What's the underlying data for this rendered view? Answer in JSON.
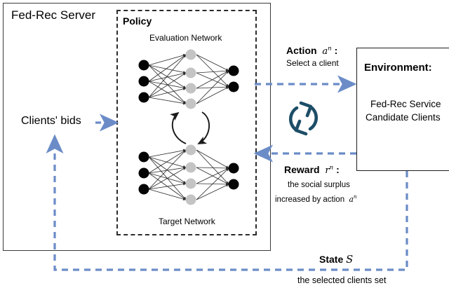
{
  "diagram": {
    "title": "Fed-Rec Server reinforcement learning loop",
    "server": {
      "label": "Fed-Rec Server"
    },
    "policy": {
      "label": "Policy",
      "evaluation_network_label": "Evaluation Network",
      "target_network_label": "Target Network",
      "network_layers": {
        "input_nodes": 3,
        "hidden_nodes": 4,
        "output_nodes": 2,
        "input_color": "#050505",
        "hidden_color": "#c4c4c4",
        "output_color": "#050505"
      }
    },
    "environment": {
      "title": "Environment:",
      "line1": "Fed-Rec Service",
      "line2": "Candidate Clients"
    },
    "flows": {
      "clients_bids": "Clients' bids",
      "action_label": "Action",
      "action_symbol": "a",
      "action_superscript": "n",
      "action_colon": ":",
      "action_sub": "Select a client",
      "reward_label": "Reward",
      "reward_symbol": "r",
      "reward_superscript": "n",
      "reward_colon": ":",
      "reward_sub1": "the social surplus",
      "reward_sub2_prefix": "increased by action",
      "reward_sub2_symbol": "a",
      "reward_sub2_superscript": "n",
      "state_label": "State",
      "state_symbol": "S",
      "state_sub": "the selected clients set"
    },
    "colors": {
      "arrow_blue": "#6b8cc7",
      "cycle_icon": "#1d4e68",
      "box_border": "#3a3a3a",
      "dashed_border": "#2b2b2b",
      "text": "#000000"
    },
    "icons": {
      "sync_cycle": "sync-cycle-icon"
    }
  }
}
